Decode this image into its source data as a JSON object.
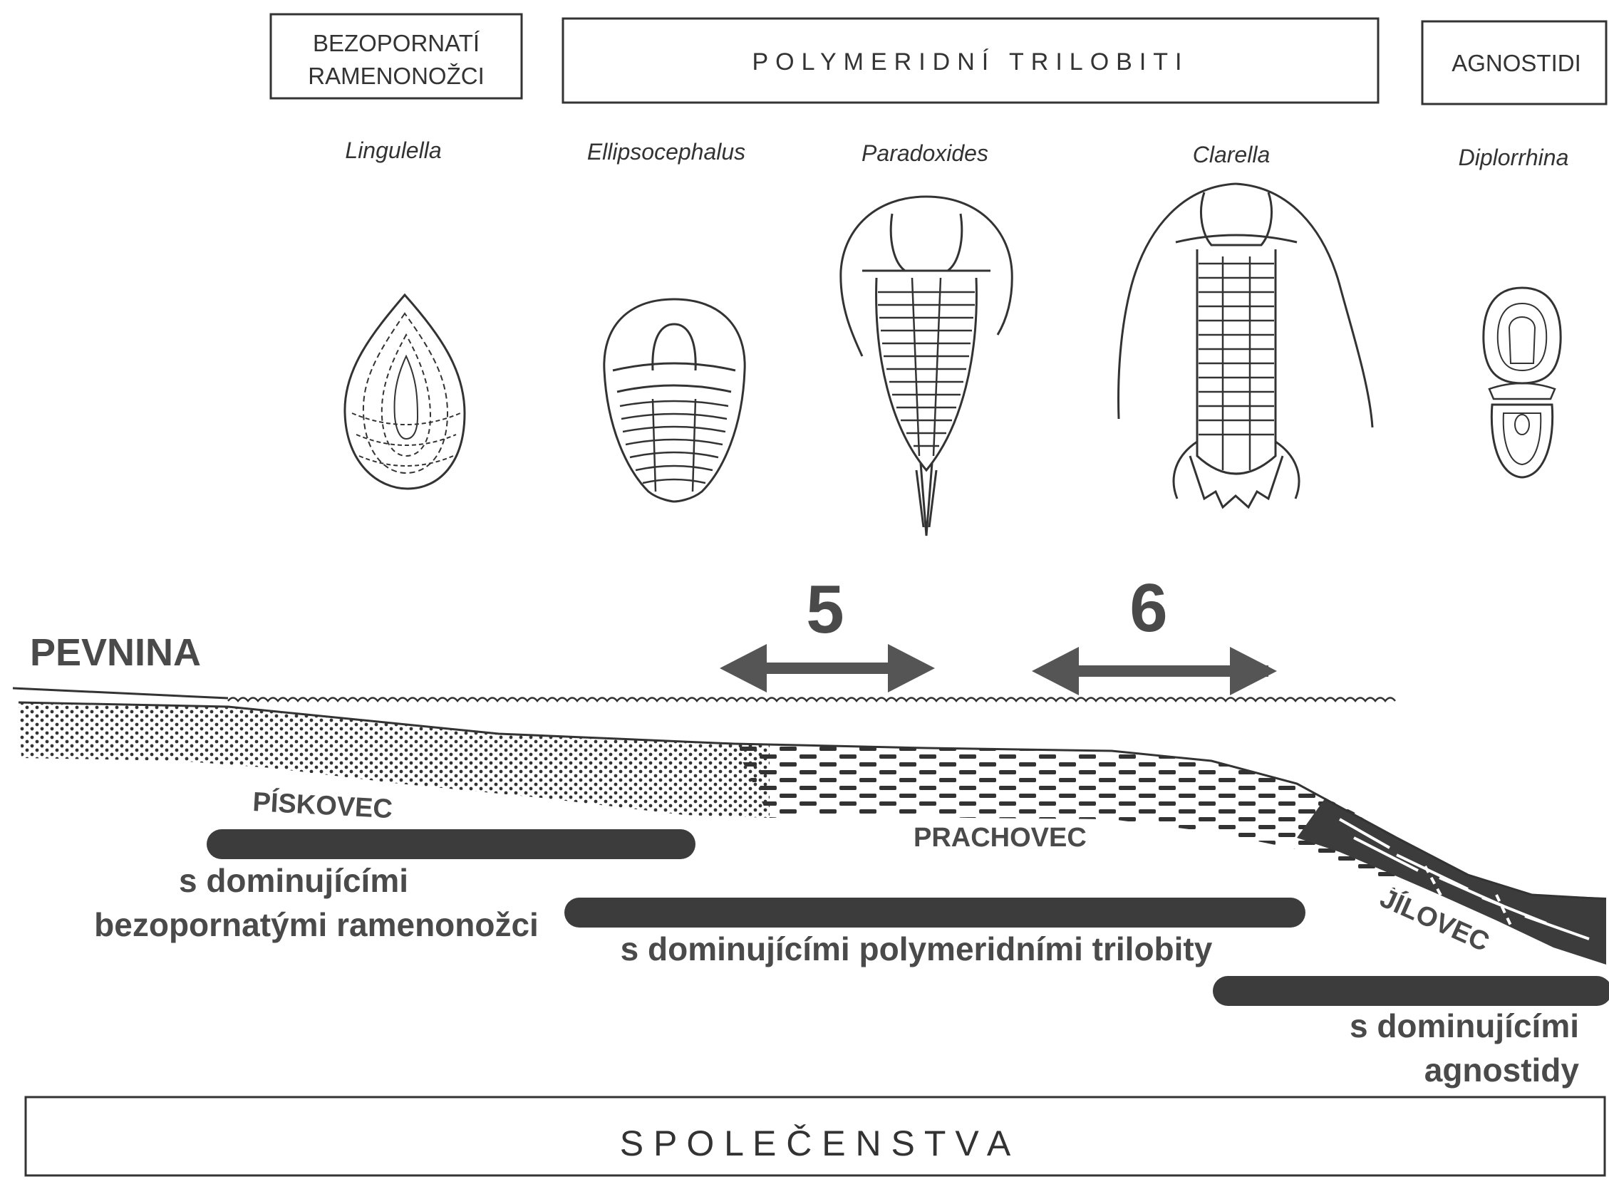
{
  "groups": {
    "brachiopods_line1": "BEZOPORNATÍ",
    "brachiopods_line2": "RAMENONOŽCI",
    "trilobites": "POLYMERIDNÍ TRILOBITI",
    "agnostids": "AGNOSTIDI"
  },
  "taxa": {
    "lingulella": "Lingulella",
    "ellipsocephalus": "Ellipsocephalus",
    "paradoxides": "Paradoxides",
    "clarella": "Clarella",
    "diplorrhina": "Diplorrhina"
  },
  "arrows": {
    "left": "5",
    "right": "6"
  },
  "land_label": "PEVNINA",
  "sediments": {
    "sandstone": "PÍSKOVEC",
    "siltstone": "PRACHOVEC",
    "claystone": "JÍLOVEC"
  },
  "communities": {
    "brachiopods_line1": "s dominujícími",
    "brachiopods_line2": "bezopornatými ramenonožci",
    "trilobites": "s dominujícími polymeridními trilobity",
    "agnostids_line1": "s dominujícími",
    "agnostids_line2": "agnostidy"
  },
  "footer": "S P O L E Č E N S T V A"
}
